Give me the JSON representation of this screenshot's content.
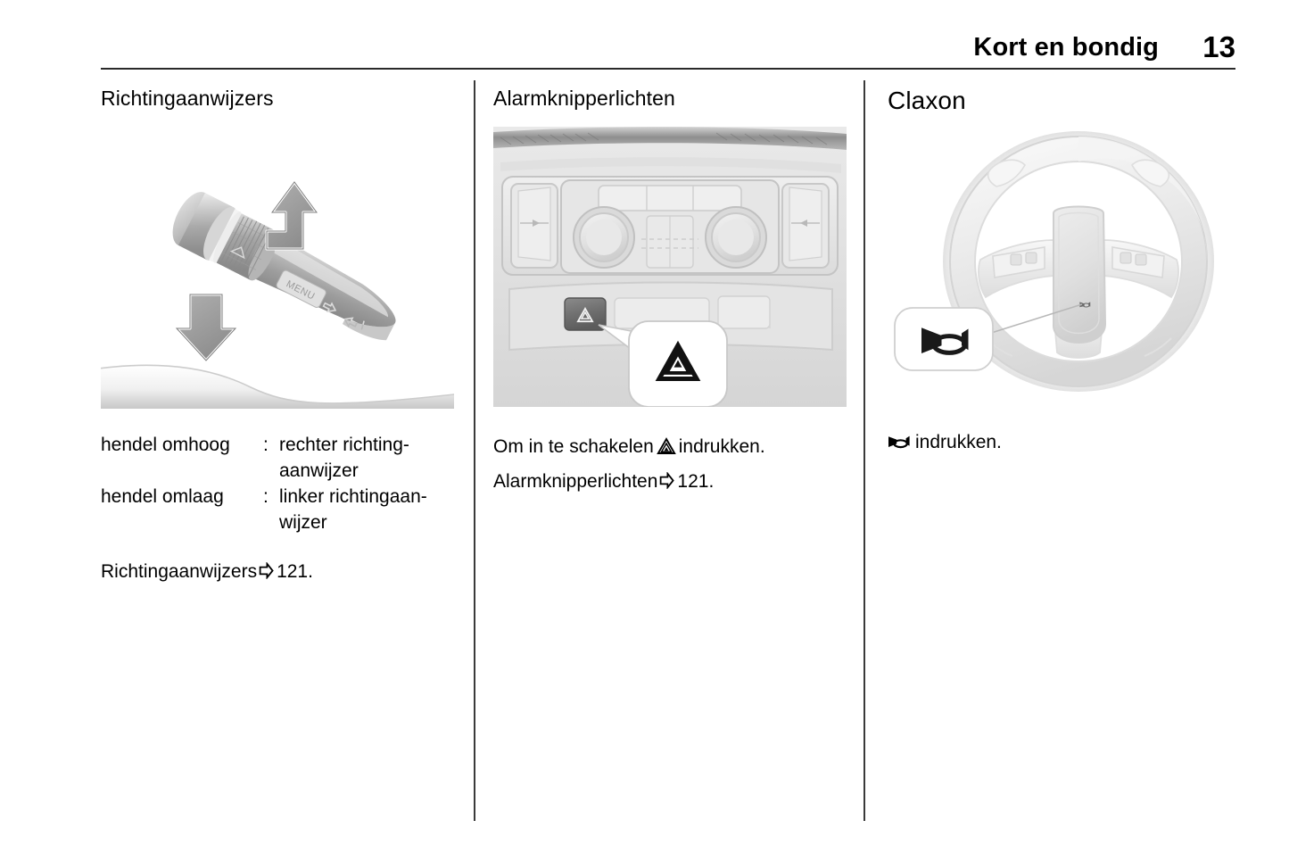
{
  "header": {
    "title": "Kort en bondig",
    "page_number": "13"
  },
  "columns": [
    {
      "id": "richtingaanwijzers",
      "heading": "Richtingaanwijzers",
      "figure": {
        "name": "turn-signal-stalk-illustration",
        "caption_labels": {
          "menu_button": "MENU",
          "up_arrow": "hendel omhoog",
          "down_arrow": "hendel omlaag"
        }
      },
      "definitions": [
        {
          "term": "hendel omhoog",
          "colon": ":",
          "desc": "rechter richting­aanwijzer"
        },
        {
          "term": "hendel omlaag",
          "colon": ":",
          "desc": "linker richtingaan­wijzer"
        }
      ],
      "xref": {
        "label": "Richtingaanwijzers",
        "arrow_icon": "xref-arrow-icon",
        "page": "121."
      }
    },
    {
      "id": "alarmknipperlichten",
      "heading": "Alarmknipperlichten",
      "figure": {
        "name": "center-console-hazard-button-illustration",
        "callout_icon": "hazard-triangle-icon"
      },
      "paragraphs": [
        {
          "before": "Om in te schakelen",
          "icon": "hazard-triangle-icon",
          "after": "indrukken."
        }
      ],
      "xref": {
        "label": "Alarmknipperlichten",
        "arrow_icon": "xref-arrow-icon",
        "page": "121."
      }
    },
    {
      "id": "claxon",
      "heading": "Claxon",
      "figure": {
        "name": "steering-wheel-horn-illustration",
        "callout_icon": "horn-icon"
      },
      "paragraphs": [
        {
          "before": "",
          "icon": "horn-icon",
          "after": "indrukken."
        }
      ]
    }
  ],
  "colors": {
    "text": "#000000",
    "rule": "#2a2a2a",
    "divider": "#3a3a3a",
    "background": "#ffffff",
    "illustration_light": "#ededed",
    "illustration_mid": "#c9c9c9",
    "illustration_dark": "#8f8f8f",
    "button_dark": "#6e6e6e"
  }
}
